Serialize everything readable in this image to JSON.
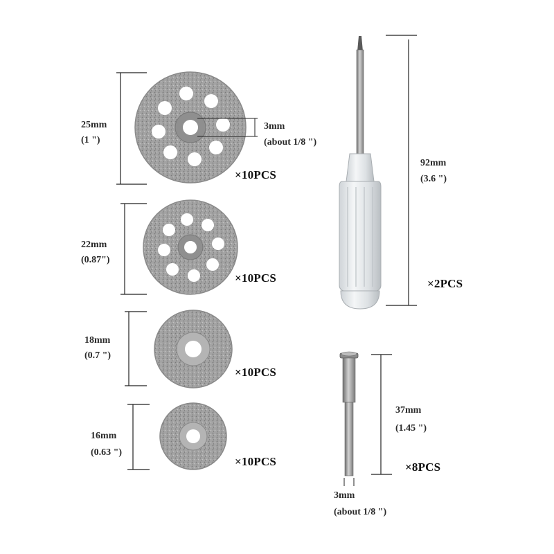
{
  "disc_25": {
    "size_mm": "25mm",
    "size_in": "(1 \")",
    "arbor_mm": "3mm",
    "arbor_in": "(about 1/8 \")",
    "qty": "×10PCS"
  },
  "disc_22": {
    "size_mm": "22mm",
    "size_in": "(0.87\")",
    "qty": "×10PCS"
  },
  "disc_18": {
    "size_mm": "18mm",
    "size_in": "(0.7 \")",
    "qty": "×10PCS"
  },
  "disc_16": {
    "size_mm": "16mm",
    "size_in": "(0.63 \")",
    "qty": "×10PCS"
  },
  "screwdriver": {
    "length_mm": "92mm",
    "length_in": "(3.6 \")",
    "qty": "×2PCS"
  },
  "mandrel": {
    "length_mm": "37mm",
    "length_in": "(1.45 \")",
    "shank_mm": "3mm",
    "shank_in": "(about 1/8 \")",
    "qty": "×8PCS"
  },
  "colors": {
    "disc": "#9a9a9a",
    "disc_dark": "#6e6e6e",
    "handle": "#e6e9ec",
    "line": "#222222"
  }
}
